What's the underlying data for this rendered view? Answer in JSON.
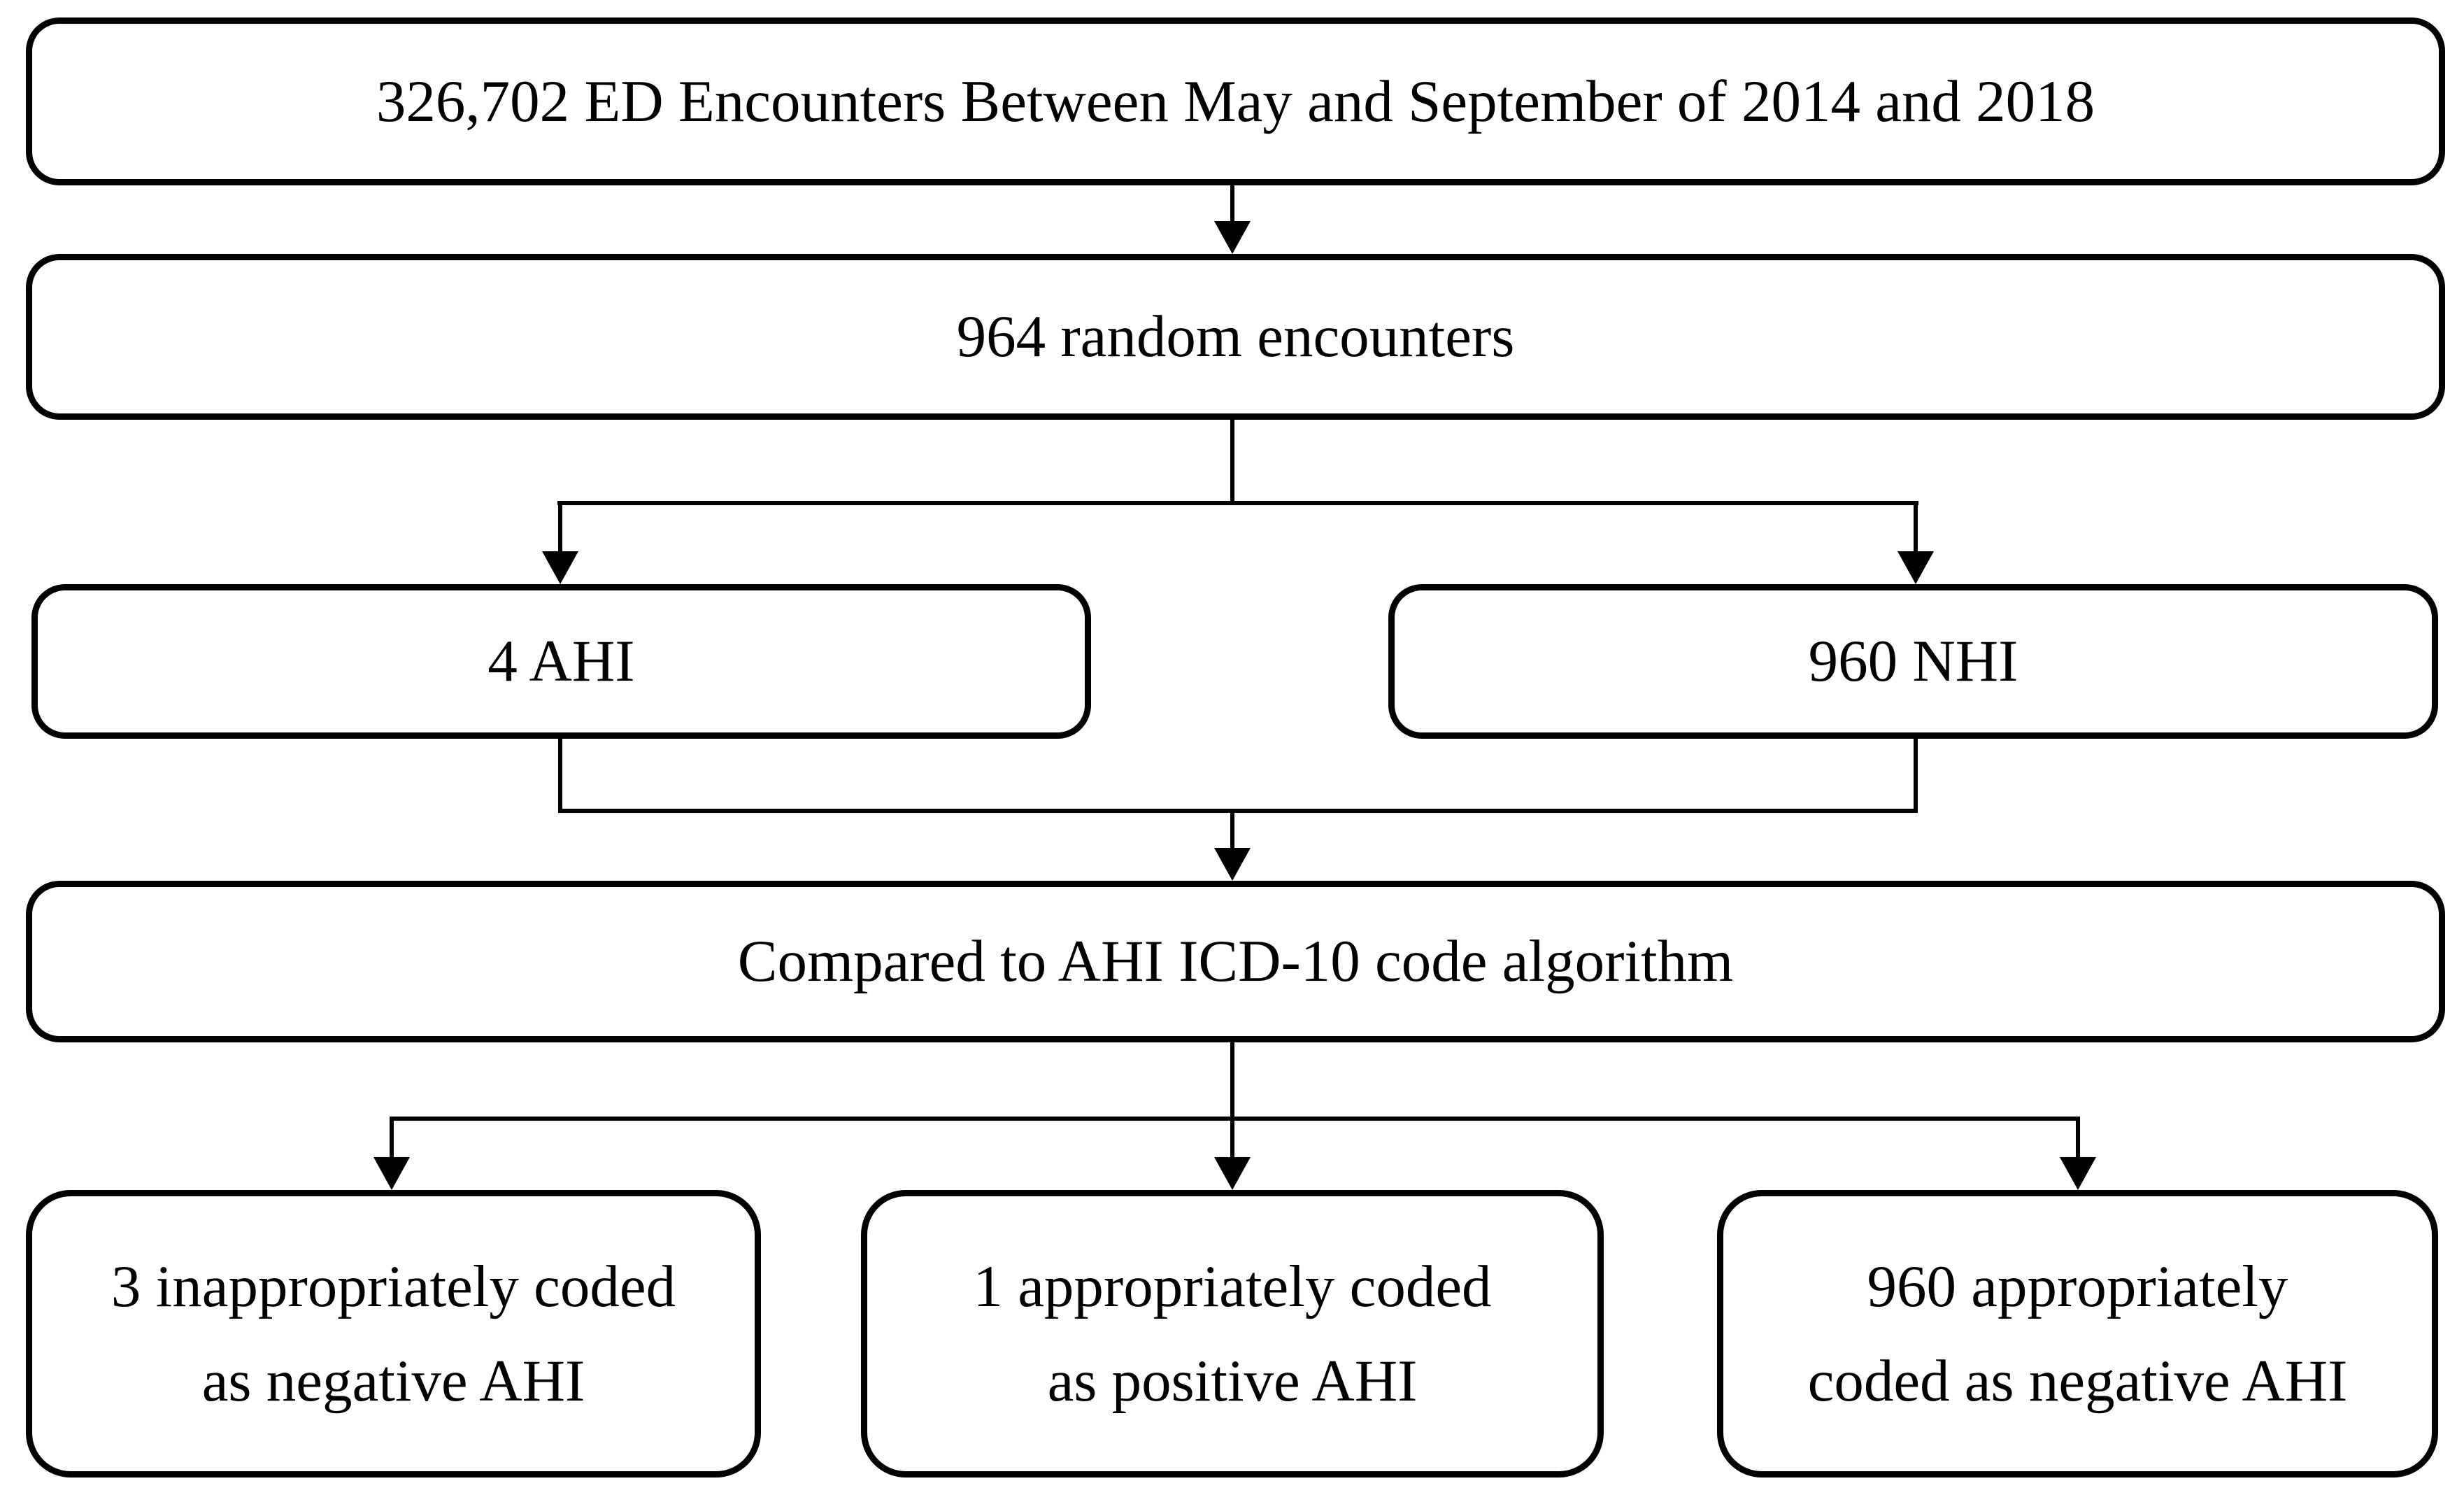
{
  "figure": {
    "type": "flowchart",
    "colors": {
      "background": "#ffffff",
      "line": "#000000"
    },
    "nodes": {
      "total": {
        "label": "326,702 ED Encounters Between May and September of 2014 and 2018"
      },
      "random": {
        "label": "964 random encounters"
      },
      "ahi": {
        "label": "4 AHI"
      },
      "nhi": {
        "label": "960 NHI"
      },
      "compared": {
        "label": "Compared to AHI ICD-10 code algorithm"
      },
      "neg3": {
        "lines": [
          "3 inappropriately coded",
          "as negative AHI"
        ]
      },
      "pos1": {
        "lines": [
          "1 appropriately coded",
          "as positive AHI"
        ]
      },
      "neg960": {
        "lines": [
          "960 appropriately",
          "coded as negative AHI"
        ]
      }
    }
  }
}
